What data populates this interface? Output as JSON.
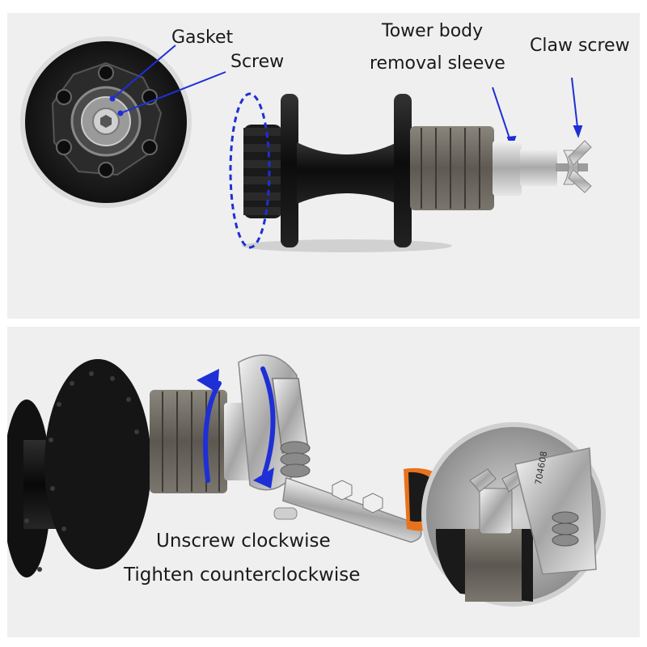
{
  "top_panel": {
    "labels": {
      "gasket": "Gasket",
      "screw": "Screw",
      "tower_line1": "Tower body",
      "tower_line2": "removal sleeve",
      "claw_screw": "Claw screw"
    }
  },
  "bottom_panel": {
    "instructions": {
      "unscrew": "Unscrew clockwise",
      "tighten": "Tighten counterclockwise"
    },
    "wrench_marking": "704608"
  },
  "colors": {
    "panel_bg": "#efefef",
    "annotation_blue": "#1f2fd6",
    "hub_black": "#141414",
    "freehub_gray": "#6b675f",
    "chrome": "#c8c8c8",
    "handle_orange": "#e8731c"
  },
  "icons": [
    "rotation-arrow-icon",
    "dashed-ellipse-marker"
  ]
}
